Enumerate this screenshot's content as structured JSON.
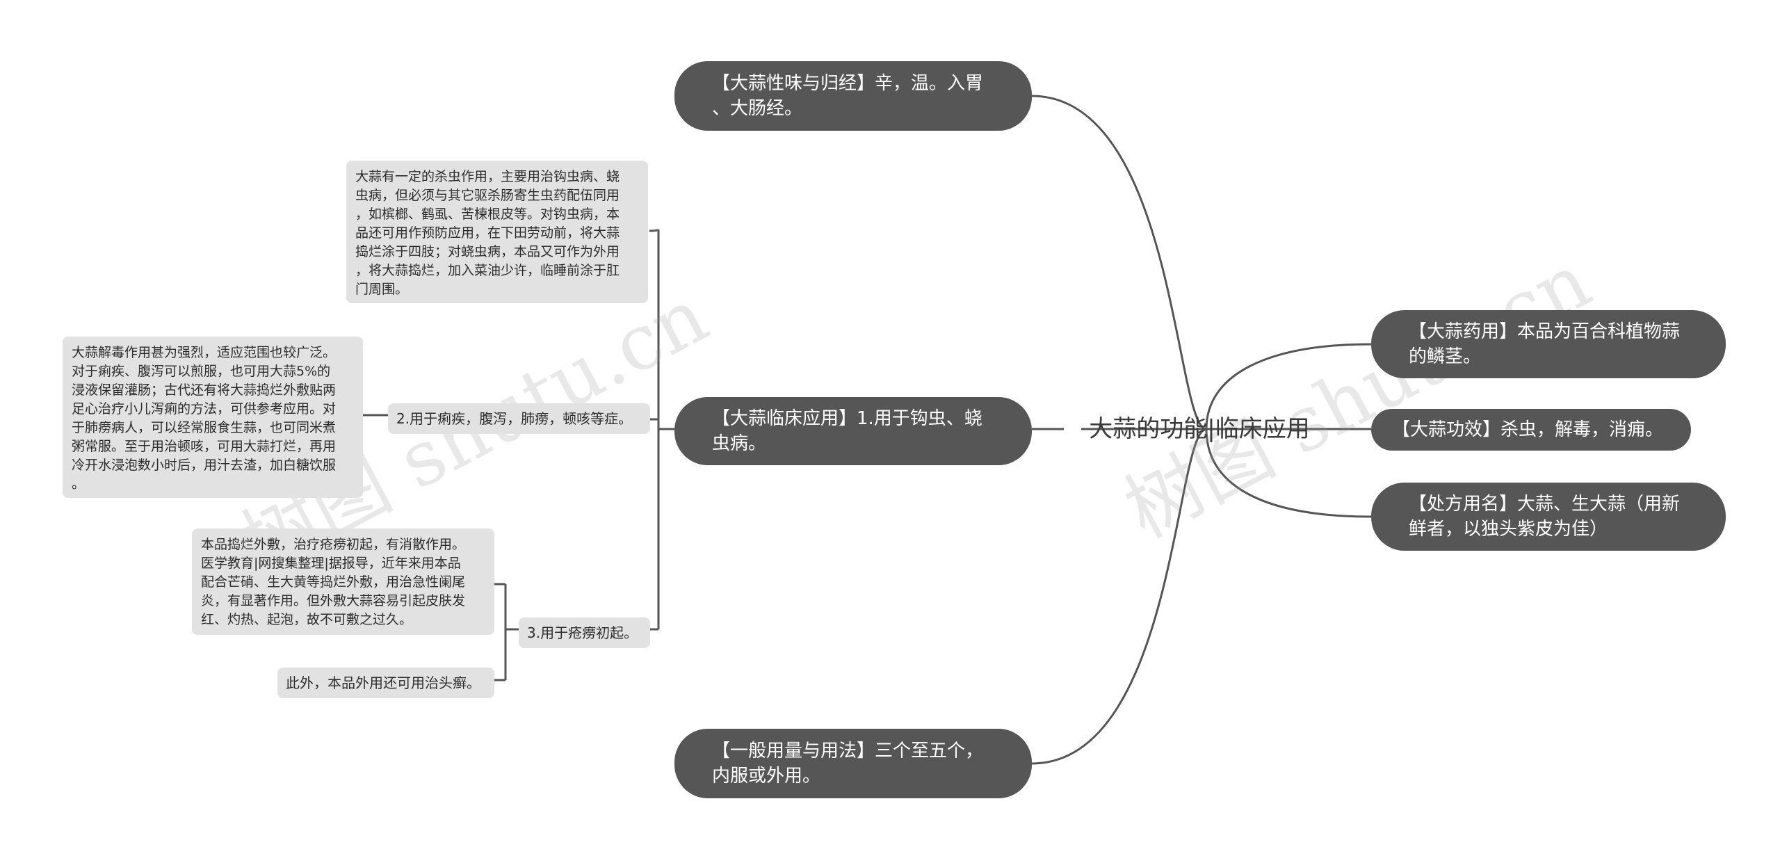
{
  "root": {
    "title": "大蒜的功能|临床应用"
  },
  "left_branches": {
    "xingwei": "【大蒜性味与归经】辛，温。入胃\n、大肠经。",
    "clinical": "【大蒜临床应用】1.用于钩虫、蛲\n虫病。",
    "dosage": "【一般用量与用法】三个至五个，\n内服或外用。"
  },
  "clinical_children": {
    "insect_detail": "大蒜有一定的杀虫作用，主要用治钩虫病、蛲\n虫病，但必须与其它驱杀肠寄生虫药配伍同用\n，如槟榔、鹤虱、苦楝根皮等。对钩虫病，本\n品还可用作预防应用，在下田劳动前，将大蒜\n捣烂涂于四肢；对蛲虫病，本品又可作为外用\n，将大蒜捣烂，加入菜油少许，临睡前涂于肛\n门周围。",
    "item2": "2.用于痢疾，腹泻，肺痨，顿咳等症。",
    "item2_detail": "大蒜解毒作用甚为强烈，适应范围也较广泛。\n对于痢疾、腹泻可以煎服，也可用大蒜5%的\n浸液保留灌肠；古代还有将大蒜捣烂外敷贴两\n足心治疗小儿泻痢的方法，可供参考应用。对\n于肺痨病人，可以经常服食生蒜，也可同米煮\n粥常服。至于用治顿咳，可用大蒜打烂，再用\n冷开水浸泡数小时后，用汁去渣，加白糖饮服\n。",
    "item3": "3.用于疮痨初起。",
    "item3_detail": "本品捣烂外敷，治疗疮痨初起，有消散作用。\n医学教育|网搜集整理|据报导，近年来用本品\n配合芒硝、生大黄等捣烂外敷，用治急性阑尾\n炎，有显著作用。但外敷大蒜容易引起皮肤发\n红、灼热、起泡，故不可敷之过久。",
    "item3_extra": "此外，本品外用还可用治头癣。"
  },
  "right_branches": {
    "yaoyong": "【大蒜药用】本品为百合科植物蒜\n的鳞茎。",
    "gongxiao": "【大蒜功效】杀虫，解毒，消痈。",
    "chufang": "【处方用名】大蒜、生大蒜（用新\n鲜者，以独头紫皮为佳）"
  },
  "watermarks": [
    "树图 shutu.cn",
    "树图 shutu.cn"
  ],
  "colors": {
    "dark_node": "#565656",
    "light_node": "#e2e2e2",
    "line": "#555555"
  }
}
